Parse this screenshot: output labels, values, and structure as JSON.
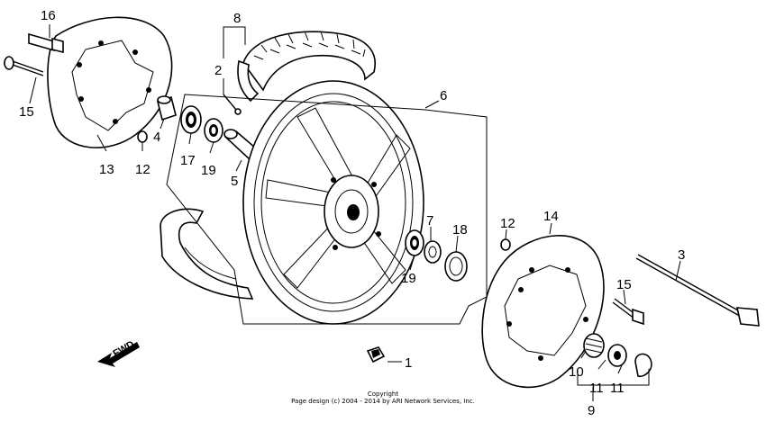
{
  "callouts": [
    {
      "label": "1",
      "part": "screw"
    },
    {
      "label": "2",
      "part": "valve"
    },
    {
      "label": "3",
      "part": "axle"
    },
    {
      "label": "4",
      "part": "collar"
    },
    {
      "label": "5",
      "part": "distance-collar"
    },
    {
      "label": "6",
      "part": "wheel"
    },
    {
      "label": "7",
      "part": "dust-seal"
    },
    {
      "label": "8",
      "part": "tire-tube"
    },
    {
      "label": "9",
      "part": "speedometer-gear-group"
    },
    {
      "label": "10",
      "part": "gear"
    },
    {
      "label": "11",
      "part": "washer-a"
    },
    {
      "label": "11",
      "part": "washer-b"
    },
    {
      "label": "12",
      "part": "washer-left"
    },
    {
      "label": "12",
      "part": "washer-right"
    },
    {
      "label": "13",
      "part": "disc-left"
    },
    {
      "label": "14",
      "part": "disc-right"
    },
    {
      "label": "15",
      "part": "bolt-left"
    },
    {
      "label": "15",
      "part": "bolt-right"
    },
    {
      "label": "16",
      "part": "axle-bolt"
    },
    {
      "label": "17",
      "part": "bearing-left"
    },
    {
      "label": "18",
      "part": "seal-right"
    },
    {
      "label": "19",
      "part": "bearing-left-inner"
    },
    {
      "label": "19",
      "part": "bearing-right"
    }
  ],
  "fwd_label": "FWD",
  "copyright": {
    "line1": "Copyright",
    "line2": "Page design (c) 2004 - 2014 by ARI Network Services, Inc."
  }
}
